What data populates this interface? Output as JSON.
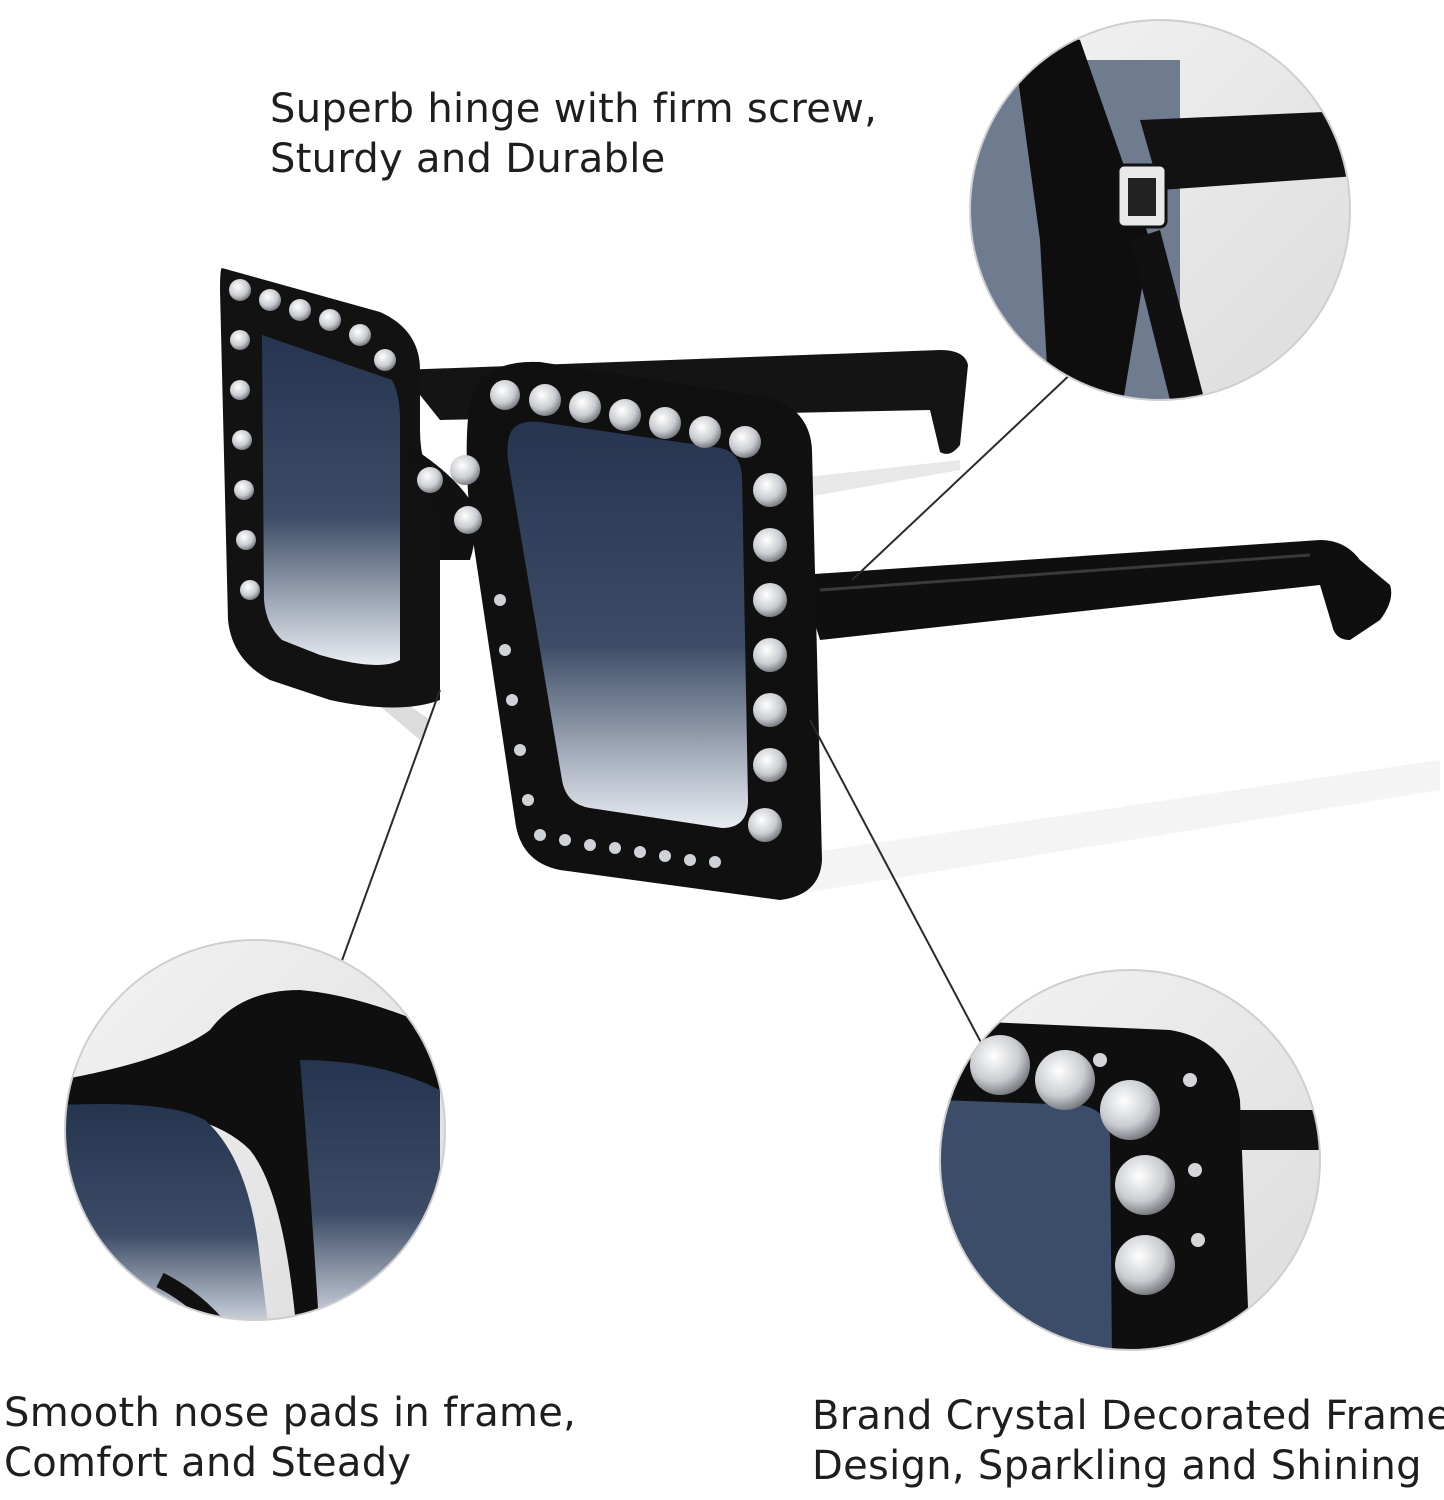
{
  "captions": {
    "hinge": {
      "line1": "Superb hinge with firm screw,",
      "line2": "Sturdy and Durable"
    },
    "nose_pads": {
      "line1": "Smooth nose pads in frame,",
      "line2": "Comfort and Steady"
    },
    "crystal": {
      "line1": "Brand Crystal Decorated Frame",
      "line2": "Design, Sparkling and Shining"
    }
  },
  "colors": {
    "frame": "#111111",
    "lens_top": "#2a3a55",
    "lens_bottom": "#eef1f6",
    "crystal": "#d8dadc",
    "text": "#1e1e1e"
  }
}
